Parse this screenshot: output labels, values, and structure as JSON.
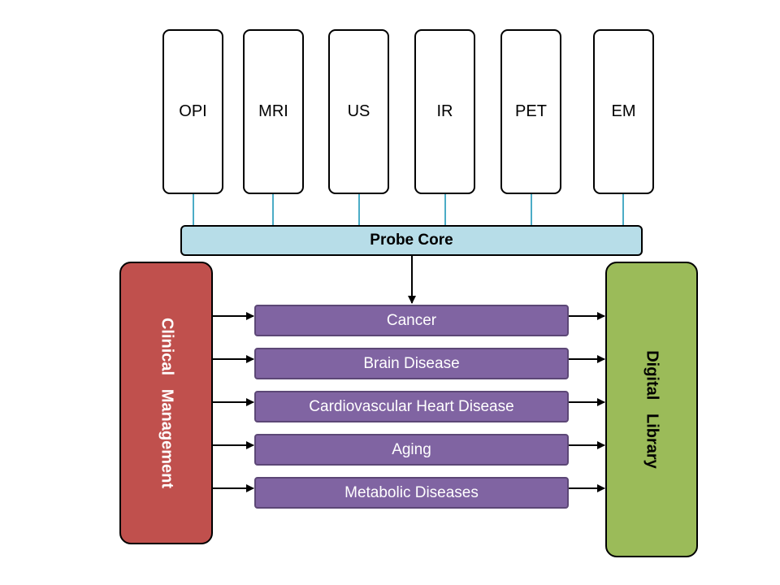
{
  "modalities": [
    "OPI",
    "MRI",
    "US",
    "IR",
    "PET",
    "EM"
  ],
  "probe_core": "Probe Core",
  "clinical_management": "Clinical   Management",
  "digital_library": "Digital   Library",
  "diseases": [
    "Cancer",
    "Brain Disease",
    "Cardiovascular Heart Disease",
    "Aging",
    "Metabolic Diseases"
  ],
  "colors": {
    "modality_fill": "#ffffff",
    "connector": "#4bacc6",
    "probe_core_fill": "#b7dde8",
    "clinical_fill": "#c0504d",
    "library_fill": "#9bbb59",
    "disease_fill": "#8064a2"
  }
}
